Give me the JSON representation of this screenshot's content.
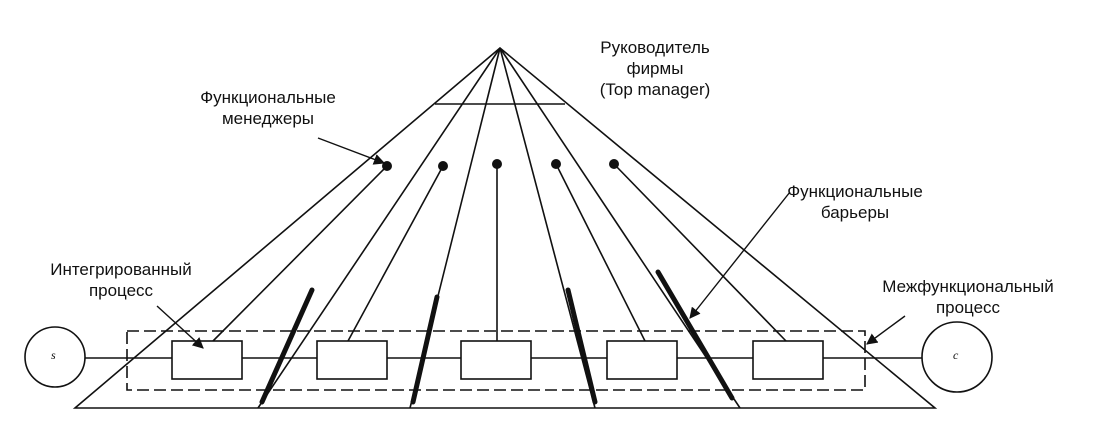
{
  "labels": {
    "top_manager_line1": "Руководитель",
    "top_manager_line2": "фирмы",
    "top_manager_line3": "(Top manager)",
    "functional_managers_line1": "Функциональные",
    "functional_managers_line2": "менеджеры",
    "functional_barriers_line1": "Функциональные",
    "functional_barriers_line2": "барьеры",
    "integrated_process_line1": "Интегрированный",
    "integrated_process_line2": "процесс",
    "cross_functional_line1": "Межфункциональный",
    "cross_functional_line2": "процесс",
    "supplier_circle": "s",
    "customer_circle": "c"
  },
  "colors": {
    "ink": "#111111",
    "background": "#ffffff"
  }
}
